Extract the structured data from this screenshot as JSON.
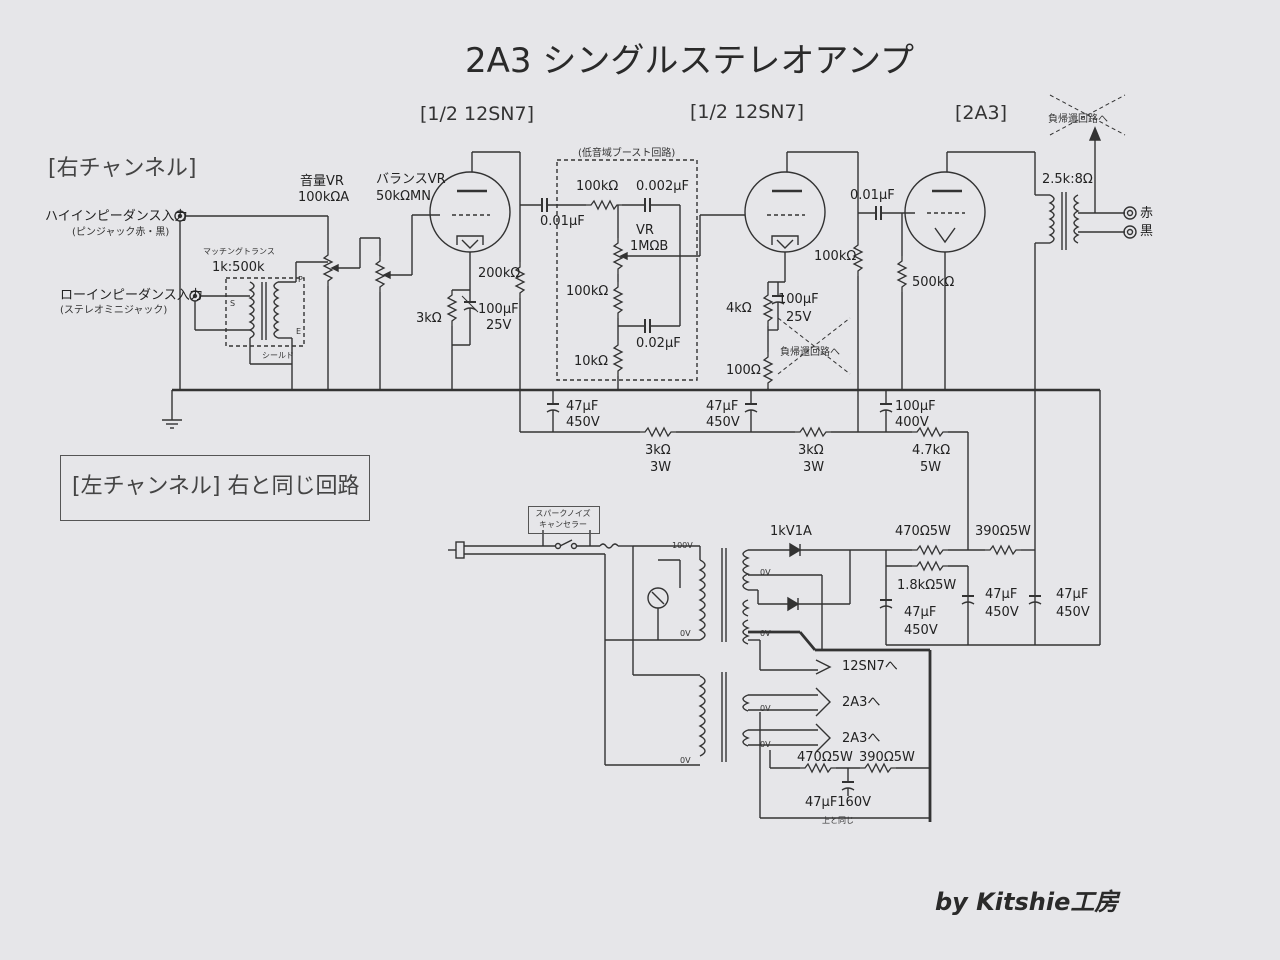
{
  "title": "2A3 シングルステレオアンプ",
  "tubes": {
    "t1": "[1/2 12SN7]",
    "t2": "[1/2 12SN7]",
    "t3": "[2A3]"
  },
  "channels": {
    "right": "[右チャンネル]",
    "left": "[左チャンネル]  右と同じ回路"
  },
  "inputs": {
    "hi": "ハイインピーダンス入力",
    "hi_sub": "(ピンジャック赤・黒)",
    "lo": "ローインピーダンス入力",
    "lo_sub": "(ステレオミニジャック)",
    "trans": "マッチングトランス",
    "trans_ratio": "1k:500k",
    "shield": "シールド",
    "p": "P",
    "s": "S",
    "e": "E"
  },
  "controls": {
    "vol": "音量VR",
    "vol_val": "100kΩA",
    "bal": "バランスVR",
    "bal_val": "50kΩMN"
  },
  "stage1": {
    "r_plate": "200kΩ",
    "r_k": "3kΩ",
    "c_k": "100μF",
    "c_k_v": "25V"
  },
  "boost": {
    "title": "(低音域ブースト回路)",
    "c_in": "0.01μF",
    "r1": "100kΩ",
    "c1": "0.002μF",
    "vr": "VR",
    "vr_val": "1MΩB",
    "r2": "100kΩ",
    "c2": "0.02μF",
    "r3": "10kΩ"
  },
  "stage2": {
    "r_plate": "100kΩ",
    "r_k": "4kΩ",
    "c_k": "100μF",
    "c_k_v": "25V",
    "r_fb": "100Ω",
    "fb_note": "負帰還回路へ",
    "c_out": "0.01μF"
  },
  "stage3": {
    "r_grid": "500kΩ",
    "ot": "2.5k:8Ω",
    "fb_note": "負帰還回路へ",
    "sp_red": "赤",
    "sp_black": "黒"
  },
  "decoupling": {
    "c1": "47μF",
    "c1_v": "450V",
    "c2": "47μF",
    "c2_v": "450V",
    "c3": "100μF",
    "c3_v": "400V",
    "r1": "3kΩ",
    "r1_w": "3W",
    "r2": "3kΩ",
    "r2_w": "3W",
    "r3": "4.7kΩ",
    "r3_w": "5W"
  },
  "power": {
    "spark": "スパークノイズ",
    "spark2": "キャンセラー",
    "v100": "100V",
    "v0a": "0V",
    "v0b": "0V",
    "v0c": "0V",
    "v0d": "0V",
    "v0e": "0V",
    "v0f": "0V",
    "diode": "1kV1A",
    "r1": "470Ω5W",
    "r2": "390Ω5W",
    "r3": "1.8kΩ5W",
    "c1": "47μF",
    "c1_v": "450V",
    "c2": "47μF",
    "c2_v": "450V",
    "c3": "47μF",
    "c3_v": "450V",
    "to_12sn7": "12SN7へ",
    "to_2a3_1": "2A3へ",
    "to_2a3_2": "2A3へ",
    "f_r1": "470Ω5W",
    "f_r2": "390Ω5W",
    "f_c": "47μF160V",
    "same": "上と同じ"
  },
  "signature": "by Kitshie工房"
}
